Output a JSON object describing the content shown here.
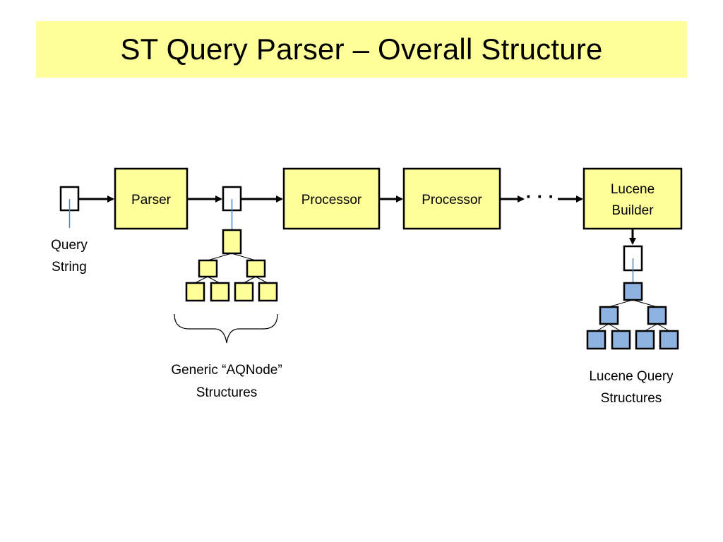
{
  "title": "ST Query Parser – Overall Structure",
  "pipeline": {
    "parser": "Parser",
    "processor_1": "Processor",
    "processor_2": "Processor",
    "builder_line1": "Lucene",
    "builder_line2": "Builder",
    "ellipsis": "· · ·"
  },
  "captions": {
    "query_string_line1": "Query",
    "query_string_line2": "String",
    "aqnode_line1": "Generic “AQNode”",
    "aqnode_line2": "Structures",
    "lucene_line1": "Lucene Query",
    "lucene_line2": "Structures"
  },
  "colors": {
    "title_background": "#ffff99",
    "process_box": "#ffff99",
    "aqnode_fill": "#ffff99",
    "lucene_fill": "#8fb3e0",
    "connector_line": "#4f81bd"
  }
}
